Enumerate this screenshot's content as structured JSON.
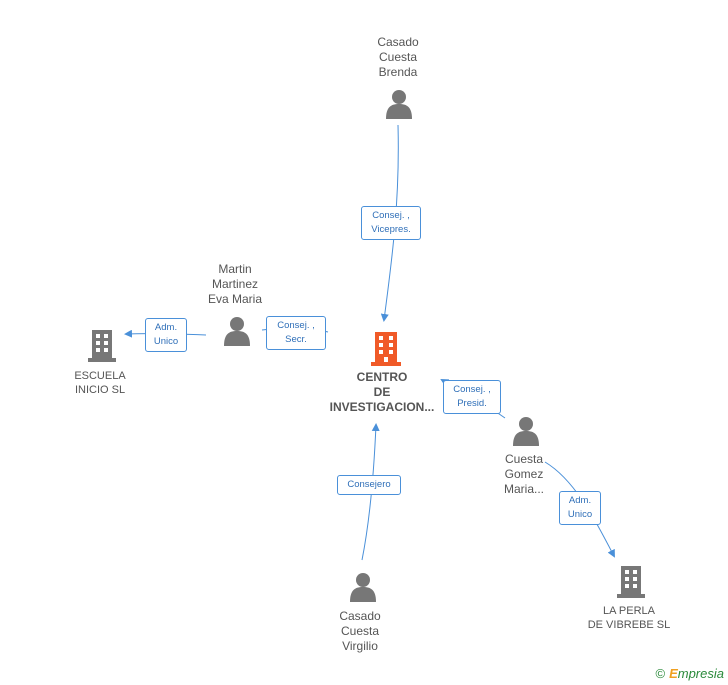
{
  "people": {
    "brenda": "Casado\nCuesta\nBrenda",
    "martin": "Martin\nMartinez\nEva Maria",
    "cuesta_gomez": "Cuesta\nGomez\nMaria...",
    "virgilio": "Casado\nCuesta\nVirgilio"
  },
  "companies": {
    "center": "CENTRO\nDE\nINVESTIGACION...",
    "escuela": "ESCUELA\nINICIO SL",
    "perla": "LA PERLA\nDE VIBREBE SL"
  },
  "relations": {
    "brenda_center": "Consej. ,\nVicepres.",
    "martin_center": "Consej. ,\nSecr.",
    "martin_escuela": "Adm.\nUnico",
    "cuesta_center": "Consej. ,\nPresid.",
    "cuesta_perla": "Adm.\nUnico",
    "virgilio_center": "Consejero"
  },
  "footer": {
    "copyright": "©",
    "brand_e": "E",
    "brand_rest": "mpresia"
  },
  "colors": {
    "edge": "#4a90d9",
    "center_icon": "#f05a28",
    "node_icon": "#777777"
  }
}
